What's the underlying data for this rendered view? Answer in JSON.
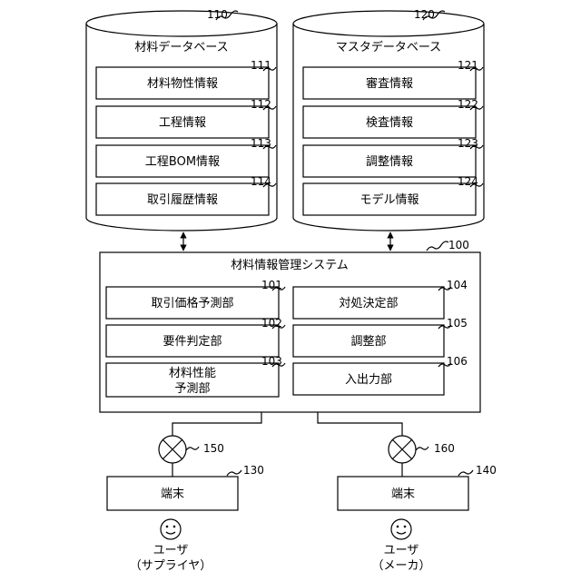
{
  "db_material": {
    "title": "材料データベース",
    "ref": "110",
    "items": [
      {
        "label": "材料物性情報",
        "ref": "111"
      },
      {
        "label": "工程情報",
        "ref": "112"
      },
      {
        "label": "工程BOM情報",
        "ref": "113"
      },
      {
        "label": "取引履歴情報",
        "ref": "114"
      }
    ]
  },
  "db_master": {
    "title": "マスタデータベース",
    "ref": "120",
    "items": [
      {
        "label": "審査情報",
        "ref": "121"
      },
      {
        "label": "検査情報",
        "ref": "122"
      },
      {
        "label": "調整情報",
        "ref": "123"
      },
      {
        "label": "モデル情報",
        "ref": "124"
      }
    ]
  },
  "system": {
    "title": "材料情報管理システム",
    "ref": "100",
    "left_units": [
      {
        "lines": [
          "取引価格予測部"
        ],
        "ref": "101"
      },
      {
        "lines": [
          "要件判定部"
        ],
        "ref": "102"
      },
      {
        "lines": [
          "材料性能",
          "予測部"
        ],
        "ref": "103"
      }
    ],
    "right_units": [
      {
        "lines": [
          "対処決定部"
        ],
        "ref": "104"
      },
      {
        "lines": [
          "調整部"
        ],
        "ref": "105"
      },
      {
        "lines": [
          "入出力部"
        ],
        "ref": "106"
      }
    ]
  },
  "networks": [
    {
      "ref": "150"
    },
    {
      "ref": "160"
    }
  ],
  "terminals": [
    {
      "label": "端末",
      "ref": "130",
      "user_label": "ユーザ",
      "user_role": "（サプライヤ）"
    },
    {
      "label": "端末",
      "ref": "140",
      "user_label": "ユーザ",
      "user_role": "（メーカ）"
    }
  ]
}
